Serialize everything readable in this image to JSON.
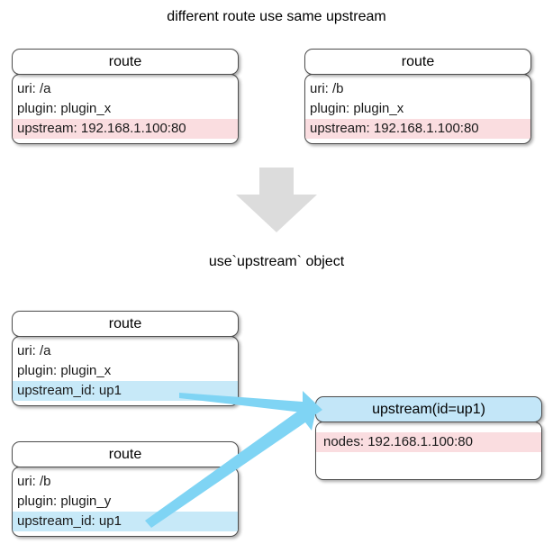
{
  "diagram": {
    "title_top": "different route use same upstream",
    "title_middle": "use`upstream` object",
    "colors": {
      "pink_band": "#fadde0",
      "blue_band": "#c7e9f8",
      "header_blue": "#c3e6f8",
      "arrow_blue": "#7fd4f4",
      "down_arrow_gray": "#dcdcdc",
      "border": "#4d4d4d"
    }
  },
  "top_section": {
    "nodes": [
      {
        "header": "route",
        "rows": [
          {
            "text": "uri: /a",
            "style": "plain"
          },
          {
            "text": "plugin: plugin_x",
            "style": "plain"
          },
          {
            "text": "upstream: 192.168.1.100:80",
            "style": "pink"
          }
        ]
      },
      {
        "header": "route",
        "rows": [
          {
            "text": "uri: /b",
            "style": "plain"
          },
          {
            "text": "plugin: plugin_x",
            "style": "plain"
          },
          {
            "text": "upstream: 192.168.1.100:80",
            "style": "pink"
          }
        ]
      }
    ]
  },
  "bottom_section": {
    "routes": [
      {
        "header": "route",
        "rows": [
          {
            "text": "uri: /a",
            "style": "plain"
          },
          {
            "text": "plugin: plugin_x",
            "style": "plain"
          },
          {
            "text": "upstream_id: up1",
            "style": "blue"
          }
        ]
      },
      {
        "header": "route",
        "rows": [
          {
            "text": "uri: /b",
            "style": "plain"
          },
          {
            "text": "plugin: plugin_y",
            "style": "plain"
          },
          {
            "text": "upstream_id: up1",
            "style": "blue"
          }
        ]
      }
    ],
    "upstream": {
      "header": "upstream(id=up1)",
      "rows": [
        {
          "text": "nodes: 192.168.1.100:80",
          "style": "pink"
        }
      ]
    }
  },
  "icons": {
    "down_arrow": "down-arrow-icon",
    "link_arrow_1": "link-arrow-icon",
    "link_arrow_2": "link-arrow-icon"
  }
}
